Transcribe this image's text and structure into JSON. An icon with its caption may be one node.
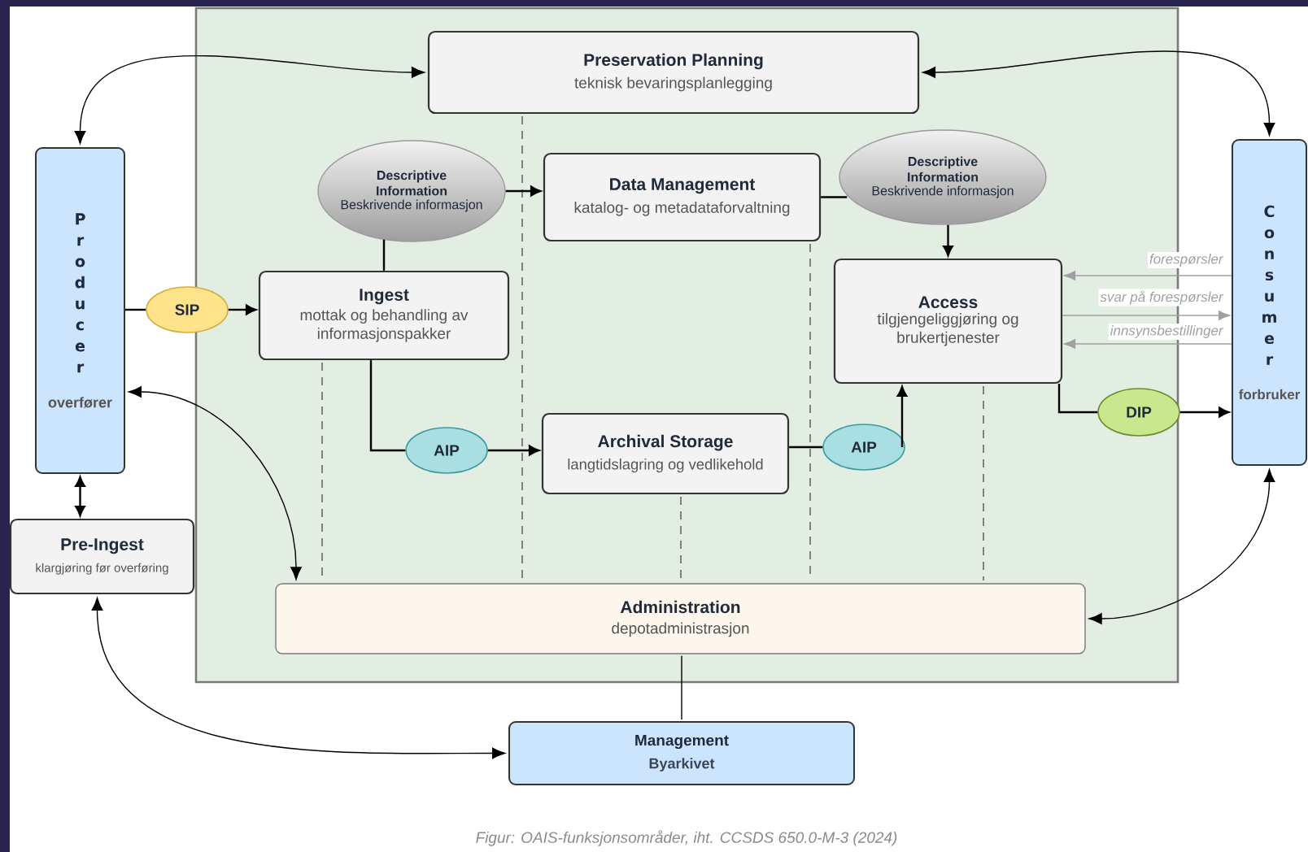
{
  "diagram": {
    "caption": "Figur: OAIS-funksjonsområder, iht. CCSDS 650.0-M-3 (2024)",
    "nodes": [
      {
        "text": [
          "Preservation Planning",
          "teknisk bevaringsplanlegging"
        ]
      },
      {
        "text": [
          "Producer",
          "overfører"
        ]
      },
      {
        "text": [
          "Consumer",
          "forbruker"
        ]
      },
      {
        "text": [
          "Descriptive Information",
          "Beskrivende informasjon"
        ]
      },
      {
        "text": [
          "Data Management",
          "katalog- og metadataforvaltning"
        ]
      },
      {
        "text": [
          "Descriptive Information",
          "Beskrivende informasjon"
        ]
      },
      {
        "text": [
          "SIP"
        ]
      },
      {
        "text": [
          "Ingest",
          "mottak og behandling av informasjonspakker"
        ]
      },
      {
        "text": [
          "Access",
          "tilgjengeliggjøring og brukertjenester"
        ]
      },
      {
        "text": [
          "AIP"
        ]
      },
      {
        "text": [
          "Archival Storage",
          "langtidslagring og vedlikehold"
        ]
      },
      {
        "text": [
          "AIP"
        ]
      },
      {
        "text": [
          "DIP"
        ]
      },
      {
        "text": [
          "Pre-Ingest",
          "klargjøring før overføring"
        ]
      },
      {
        "text": [
          "Administration",
          "depotadministrasjon"
        ]
      },
      {
        "text": [
          "Management",
          "Byarkivet"
        ]
      }
    ],
    "edges": [
      {
        "from": 1,
        "to": 0,
        "arrow": "both"
      },
      {
        "from": 0,
        "to": 2,
        "arrow": "both"
      },
      {
        "from": 1,
        "to": 6,
        "arrow": "none"
      },
      {
        "from": 6,
        "to": 7,
        "arrow": "to"
      },
      {
        "from": 7,
        "to": 3,
        "arrow": "none"
      },
      {
        "from": 3,
        "to": 4,
        "arrow": "to"
      },
      {
        "from": 4,
        "to": 5,
        "arrow": "none"
      },
      {
        "from": 5,
        "to": 8,
        "arrow": "to"
      },
      {
        "from": 7,
        "to": 9,
        "arrow": "none"
      },
      {
        "from": 9,
        "to": 10,
        "arrow": "to"
      },
      {
        "from": 10,
        "to": 11,
        "arrow": "none"
      },
      {
        "from": 11,
        "to": 8,
        "arrow": "to"
      },
      {
        "from": 2,
        "to": 8,
        "arrow": "to",
        "label": "forespørsler",
        "color": "#a0a0a0"
      },
      {
        "from": 8,
        "to": 2,
        "arrow": "to",
        "label": "svar på forespørsler",
        "color": "#a0a0a0"
      },
      {
        "from": 2,
        "to": 8,
        "arrow": "to",
        "label": "innsynsbestillinger",
        "color": "#a0a0a0"
      },
      {
        "from": 8,
        "to": 12,
        "arrow": "none"
      },
      {
        "from": 12,
        "to": 2,
        "arrow": "to"
      },
      {
        "from": 1,
        "to": 14,
        "arrow": "both"
      },
      {
        "from": 2,
        "to": 14,
        "arrow": "both"
      },
      {
        "from": 1,
        "to": 13,
        "arrow": "both"
      },
      {
        "from": 13,
        "to": 15,
        "arrow": "both"
      },
      {
        "from": 14,
        "to": 15,
        "arrow": "none"
      }
    ]
  }
}
